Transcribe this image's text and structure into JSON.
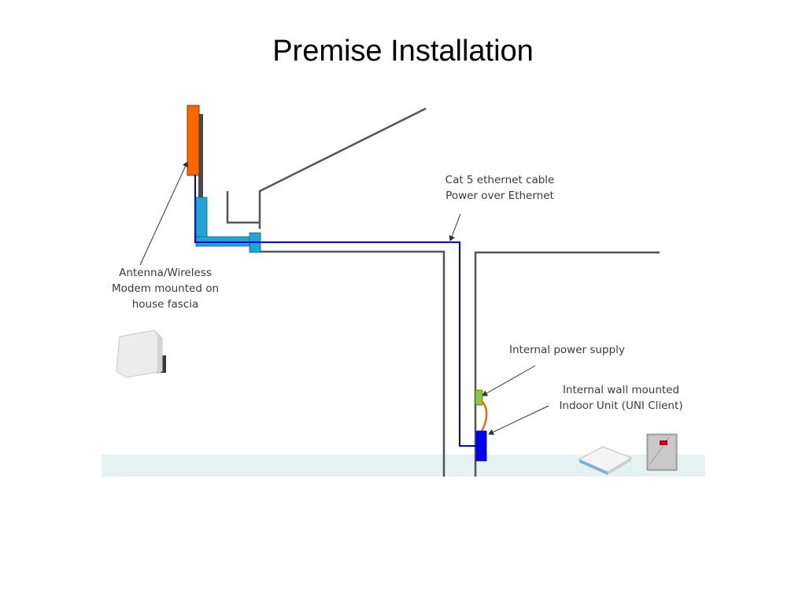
{
  "slide": {
    "title": "Premise Installation"
  },
  "labels": {
    "cable": [
      "Cat 5 ethernet cable",
      "Power over Ethernet"
    ],
    "antenna": [
      "Antenna/Wireless",
      "Modem mounted on",
      "house fascia"
    ],
    "power_supply": [
      "Internal power supply"
    ],
    "indoor_unit": [
      "Internal wall mounted",
      "Indoor Unit (UNI Client)"
    ]
  },
  "colors": {
    "antenna": "#ff6600",
    "conduit": "#1aa7d4",
    "ethernet_cable": "#0000e6",
    "power_supply": "#8cc63f",
    "power_cord": "#ff6600",
    "indoor_unit": "#0000ff",
    "wall": "#555555",
    "floor": "#e6f2f2"
  },
  "icons": [
    "antenna-device-icon",
    "modem-icon",
    "wall-unit-icon"
  ]
}
